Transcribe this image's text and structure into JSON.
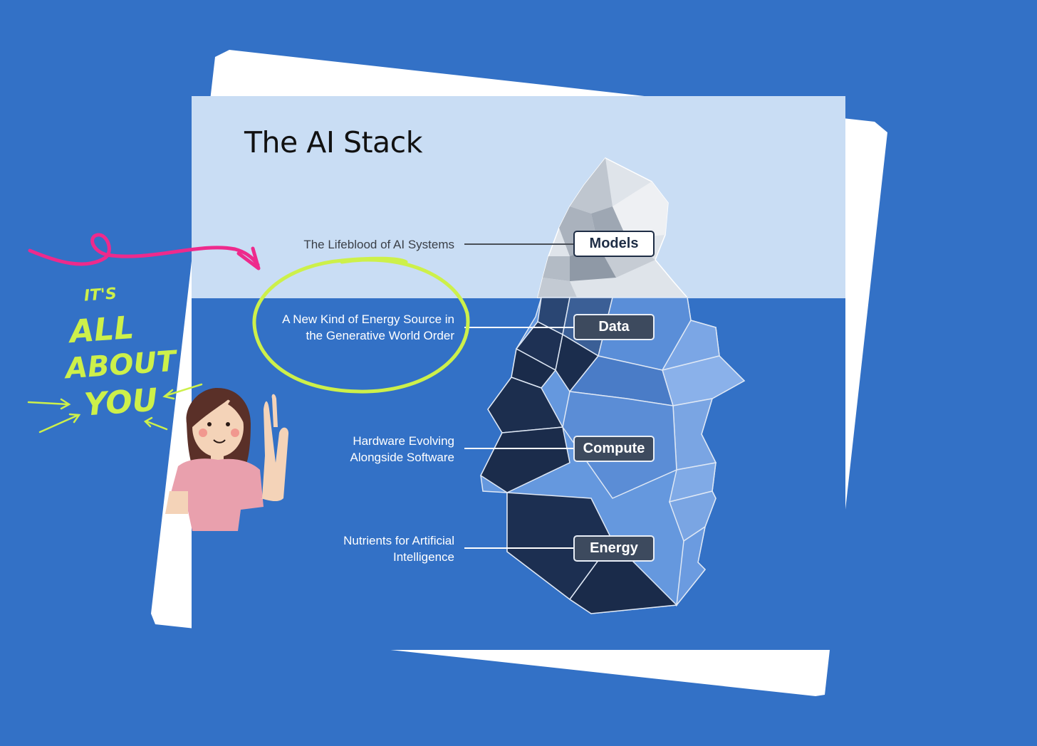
{
  "title": "The AI Stack",
  "layers": [
    {
      "name": "Models",
      "description": "The Lifeblood of AI Systems"
    },
    {
      "name": "Data",
      "description": "A New Kind of Energy Source in the Generative World Order"
    },
    {
      "name": "Compute",
      "description": "Hardware Evolving Alongside Software"
    },
    {
      "name": "Energy",
      "description": "Nutrients for Artificial Intelligence"
    }
  ],
  "data_desc_lines": [
    "A New Kind of Energy Source in",
    "the Generative World Order"
  ],
  "compute_desc_lines": [
    "Hardware Evolving",
    "Alongside Software"
  ],
  "energy_desc_lines": [
    "Nutrients for Artificial",
    "Intelligence"
  ],
  "annotation": {
    "line1": "IT'S",
    "line2": "ALL",
    "line3": "ABOUT",
    "line4": "YOU"
  },
  "colors": {
    "background": "#3371c6",
    "sky": "#c9ddf4",
    "water": "#3371c6",
    "highlight_circle": "#cdf04a",
    "arrow": "#ee2a8c"
  }
}
